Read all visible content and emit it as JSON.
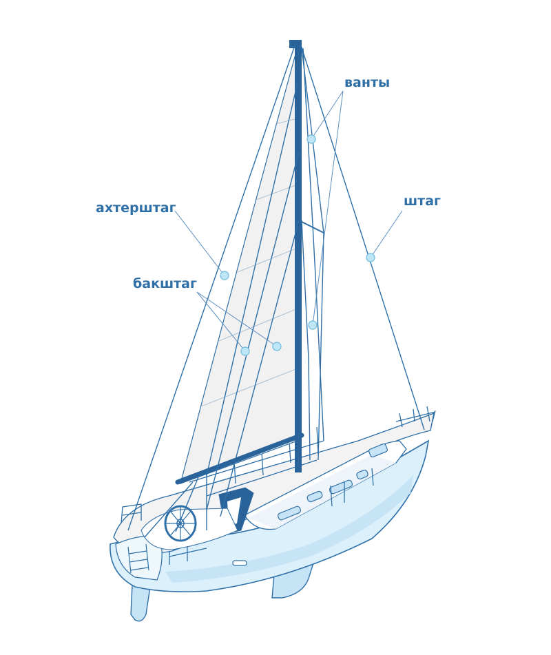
{
  "diagram": {
    "labels": {
      "vanty": "ванты",
      "shtag": "штаг",
      "ahtershtag": "ахтерштаг",
      "bakshtag": "бакштаг"
    },
    "colors": {
      "label": "#2e6fa7",
      "rigging": "#2e6fa7",
      "mast": "#2a639a",
      "leader_line": "#5b8fc0",
      "marker_fill": "#bfe6f7",
      "marker_stroke": "#6cb9dd",
      "hull_light": "#dcf0fb",
      "hull_mid": "#c6e4f6",
      "sail": "#f1f1f1",
      "deck": "#f3f3f3"
    }
  }
}
